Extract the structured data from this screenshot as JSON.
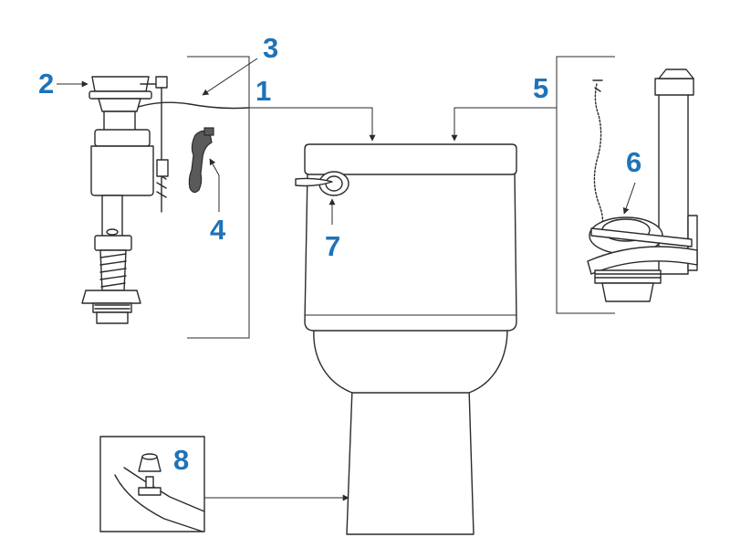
{
  "colors": {
    "label": "#1f73b7",
    "line": "#2b2b2b",
    "background": "#ffffff"
  },
  "labels": {
    "fill_valve": "1",
    "fill_valve_cap": "2",
    "refill_tube": "3",
    "float_clip": "4",
    "flush_valve": "5",
    "flapper": "6",
    "trip_lever": "7",
    "bolt_cap": "8"
  }
}
